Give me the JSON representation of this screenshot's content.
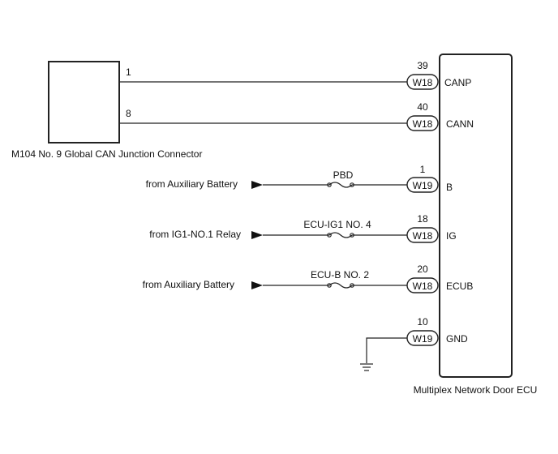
{
  "connector": {
    "name": "M104 No. 9 Global CAN Junction Connector",
    "pins": [
      "1",
      "8"
    ]
  },
  "ecu": {
    "name": "Multiplex Network Door ECU"
  },
  "signals": [
    {
      "pin": "39",
      "connector": "W18",
      "terminal": "CANP"
    },
    {
      "pin": "40",
      "connector": "W18",
      "terminal": "CANN"
    },
    {
      "pin": "1",
      "connector": "W19",
      "terminal": "B",
      "source": "from Auxiliary Battery",
      "fuse": "PBD"
    },
    {
      "pin": "18",
      "connector": "W18",
      "terminal": "IG",
      "source": "from IG1-NO.1 Relay",
      "fuse": "ECU-IG1 NO. 4"
    },
    {
      "pin": "20",
      "connector": "W18",
      "terminal": "ECUB",
      "source": "from Auxiliary Battery",
      "fuse": "ECU-B NO. 2"
    },
    {
      "pin": "10",
      "connector": "W19",
      "terminal": "GND"
    }
  ]
}
